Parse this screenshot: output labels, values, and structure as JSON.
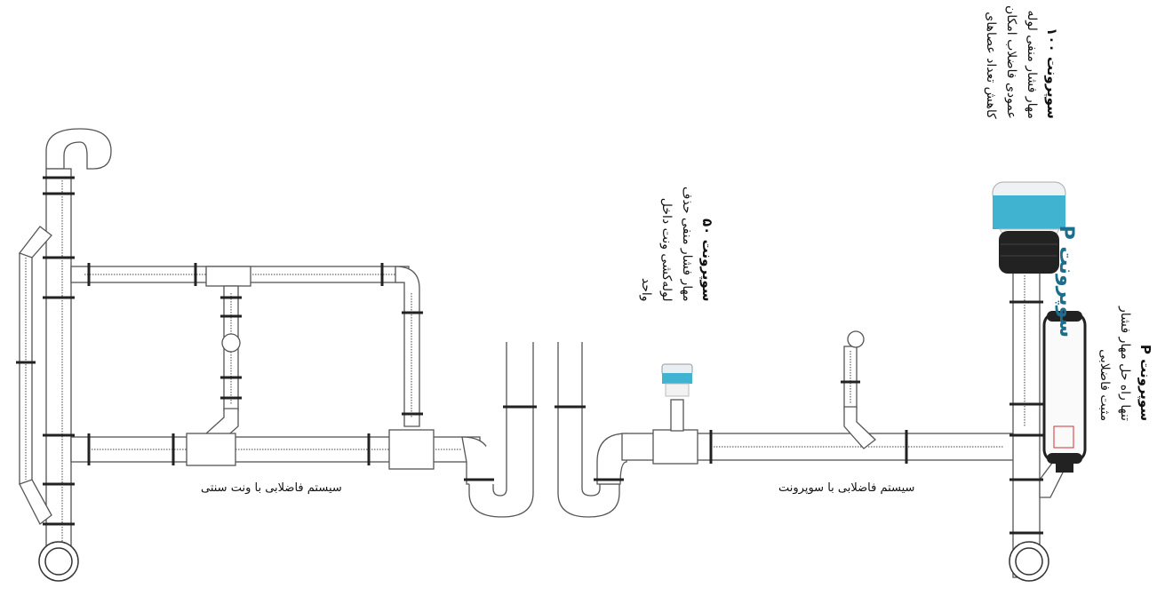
{
  "labels": {
    "traditional": "سیستم فاضلابی با ونت سنتی",
    "supervent_system": "سیستم فاضلابی با سوپرونت"
  },
  "products": {
    "sv100": {
      "title": "سوپرونت ۱۰۰",
      "lines": [
        "مهار فشار منفی لوله",
        "عمودی فاضلاب امکان",
        "کاهش تعداد عصاهای"
      ]
    },
    "sv50": {
      "title": "سوپرونت ۵۰",
      "lines": [
        "مهار فشار منفی حذف",
        "لوله‌کشی ونت داخل",
        "واحد"
      ]
    },
    "svp": {
      "title": "سوپرونت P",
      "lines": [
        "تنها راه حل مهار فشار",
        "مثبت فاضلابی"
      ],
      "logo": "سوپرونت P"
    }
  },
  "colors": {
    "pipe": "#555555",
    "cap_blue": "#3fb3d0",
    "rubber": "#222222"
  }
}
